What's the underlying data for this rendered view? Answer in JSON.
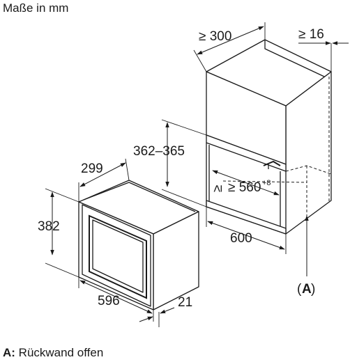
{
  "title": "Maße in mm",
  "dimensions": {
    "niche_depth": "≥ 300",
    "cabinet_gap": "≥ 16",
    "niche_height": "362–365",
    "niche_width": "≥ 560",
    "niche_width_tolerance": "+8",
    "cabinet_width": "600",
    "appliance_depth": "299",
    "appliance_height": "382",
    "appliance_width": "596",
    "front_depth": "21"
  },
  "marker": {
    "letter": "A",
    "open": "(",
    "close": ")"
  },
  "caption": {
    "key": "A:",
    "text": " Rückwand offen"
  }
}
